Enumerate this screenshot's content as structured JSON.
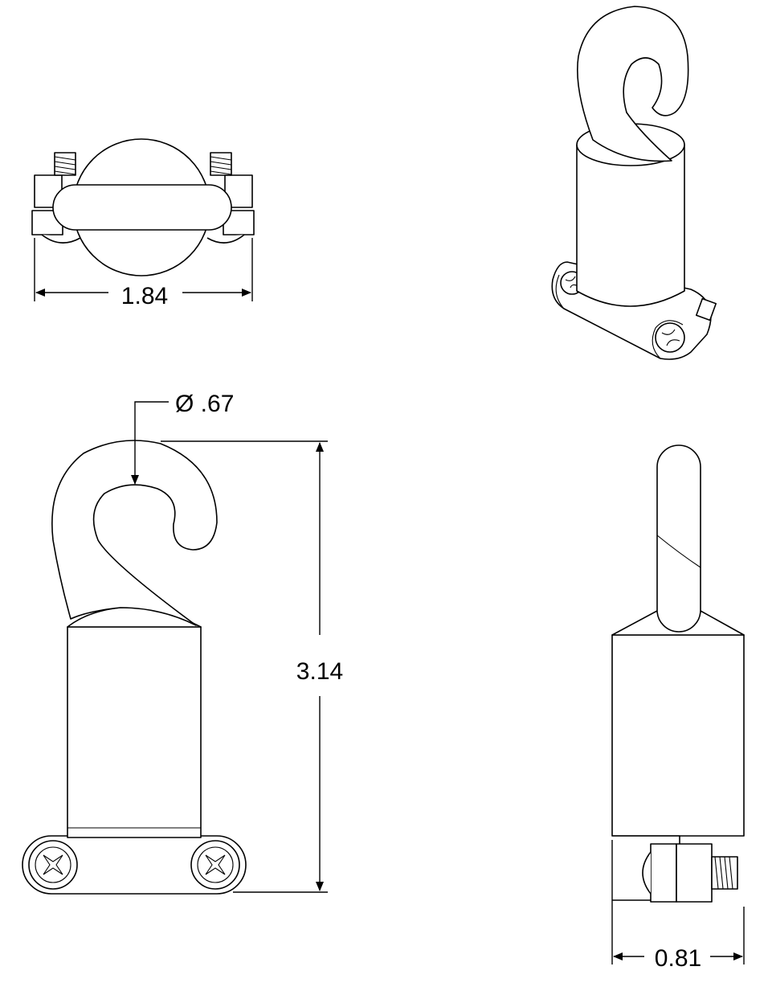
{
  "dimensions": {
    "width_top": "1.84",
    "diameter": "Ø .67",
    "height": "3.14",
    "depth": "0.81"
  }
}
